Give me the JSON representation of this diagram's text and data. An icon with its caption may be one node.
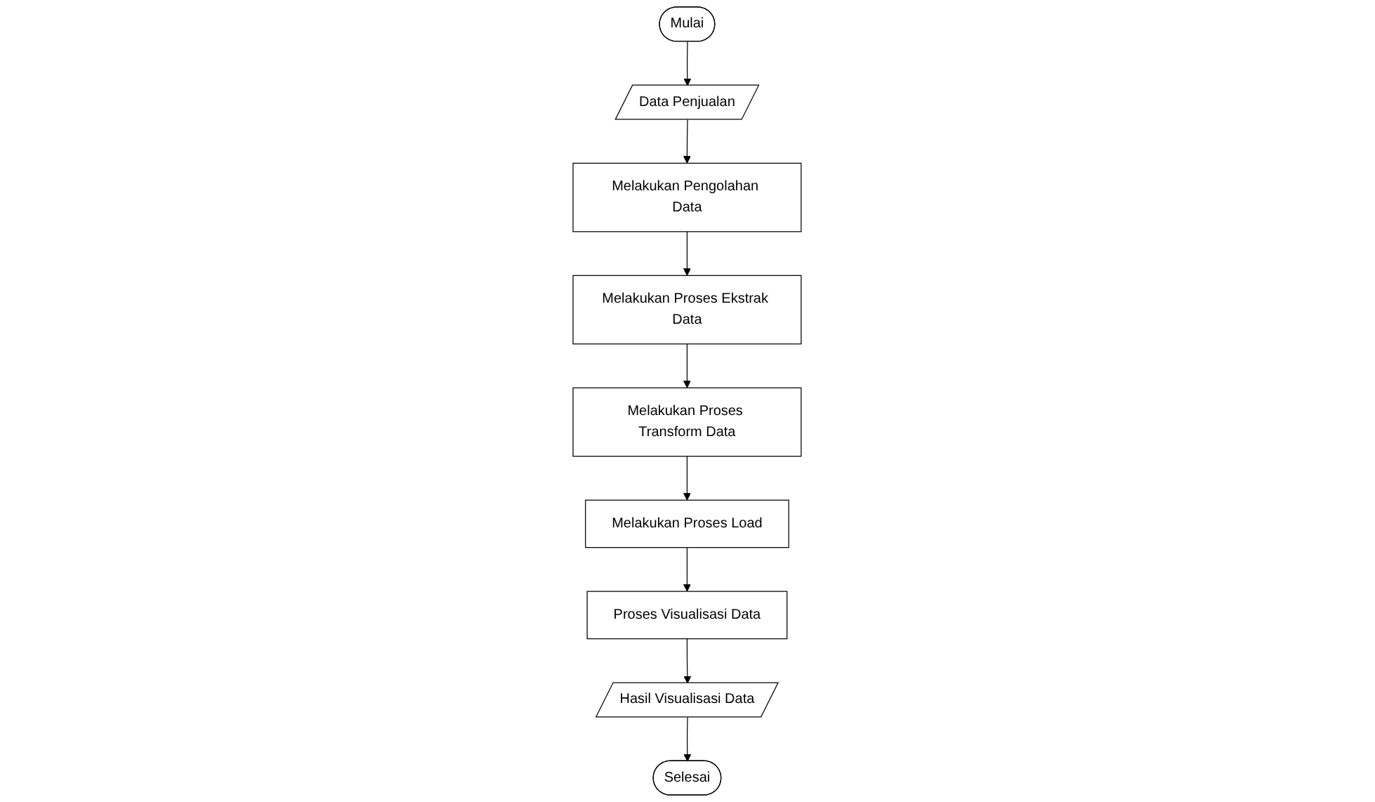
{
  "diagram": {
    "nodes": [
      {
        "text": [
          "Mulai"
        ]
      },
      {
        "text": [
          "Data Penjualan"
        ]
      },
      {
        "text": [
          "Melakukan Pengolahan Data"
        ]
      },
      {
        "text": [
          "Melakukan Proses Ekstrak Data"
        ]
      },
      {
        "text": [
          "Melakukan Proses Transform Data"
        ]
      },
      {
        "text": [
          "Melakukan Proses Load"
        ]
      },
      {
        "text": [
          "Proses Visualisasi Data"
        ]
      },
      {
        "text": [
          "Hasil Visualisasi Data"
        ]
      },
      {
        "text": [
          "Selesai"
        ]
      }
    ],
    "edges": [
      {
        "from": 0,
        "to": 1,
        "arrow": "to"
      },
      {
        "from": 1,
        "to": 2,
        "arrow": "to"
      },
      {
        "from": 2,
        "to": 3,
        "arrow": "to"
      },
      {
        "from": 3,
        "to": 4,
        "arrow": "to"
      },
      {
        "from": 4,
        "to": 5,
        "arrow": "to"
      },
      {
        "from": 5,
        "to": 6,
        "arrow": "to"
      },
      {
        "from": 6,
        "to": 7,
        "arrow": "to"
      },
      {
        "from": 7,
        "to": 8,
        "arrow": "to"
      }
    ]
  }
}
